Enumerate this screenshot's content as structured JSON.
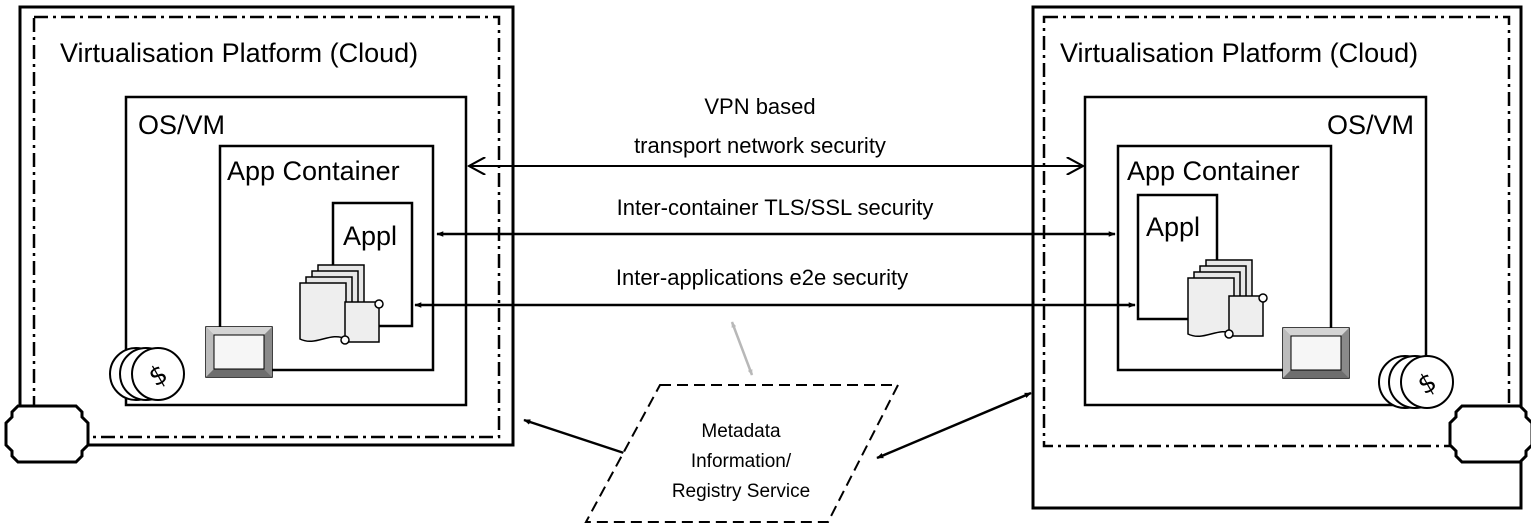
{
  "left_platform": {
    "title": "Virtualisation Platform (Cloud)",
    "os_label": "OS/VM",
    "container_label": "App Container",
    "app_label": "Appl"
  },
  "right_platform": {
    "title": "Virtualisation Platform (Cloud)",
    "os_label": "OS/VM",
    "container_label": "App Container",
    "app_label": "Appl"
  },
  "links": {
    "vpn_line1": "VPN based",
    "vpn_line2": "transport network security",
    "tls": "Inter-container TLS/SSL security",
    "e2e": "Inter-applications e2e security"
  },
  "registry": {
    "line1": "Metadata",
    "line2": "Information/",
    "line3": "Registry Service"
  },
  "icons": [
    "document-stack-icon",
    "scroll-icon",
    "monitor-icon",
    "database-icon",
    "network-port-icon"
  ],
  "colors": {
    "line": "#000000",
    "grey_arrow": "#b8b8b8",
    "icon_fill": "#e6e6e6"
  }
}
